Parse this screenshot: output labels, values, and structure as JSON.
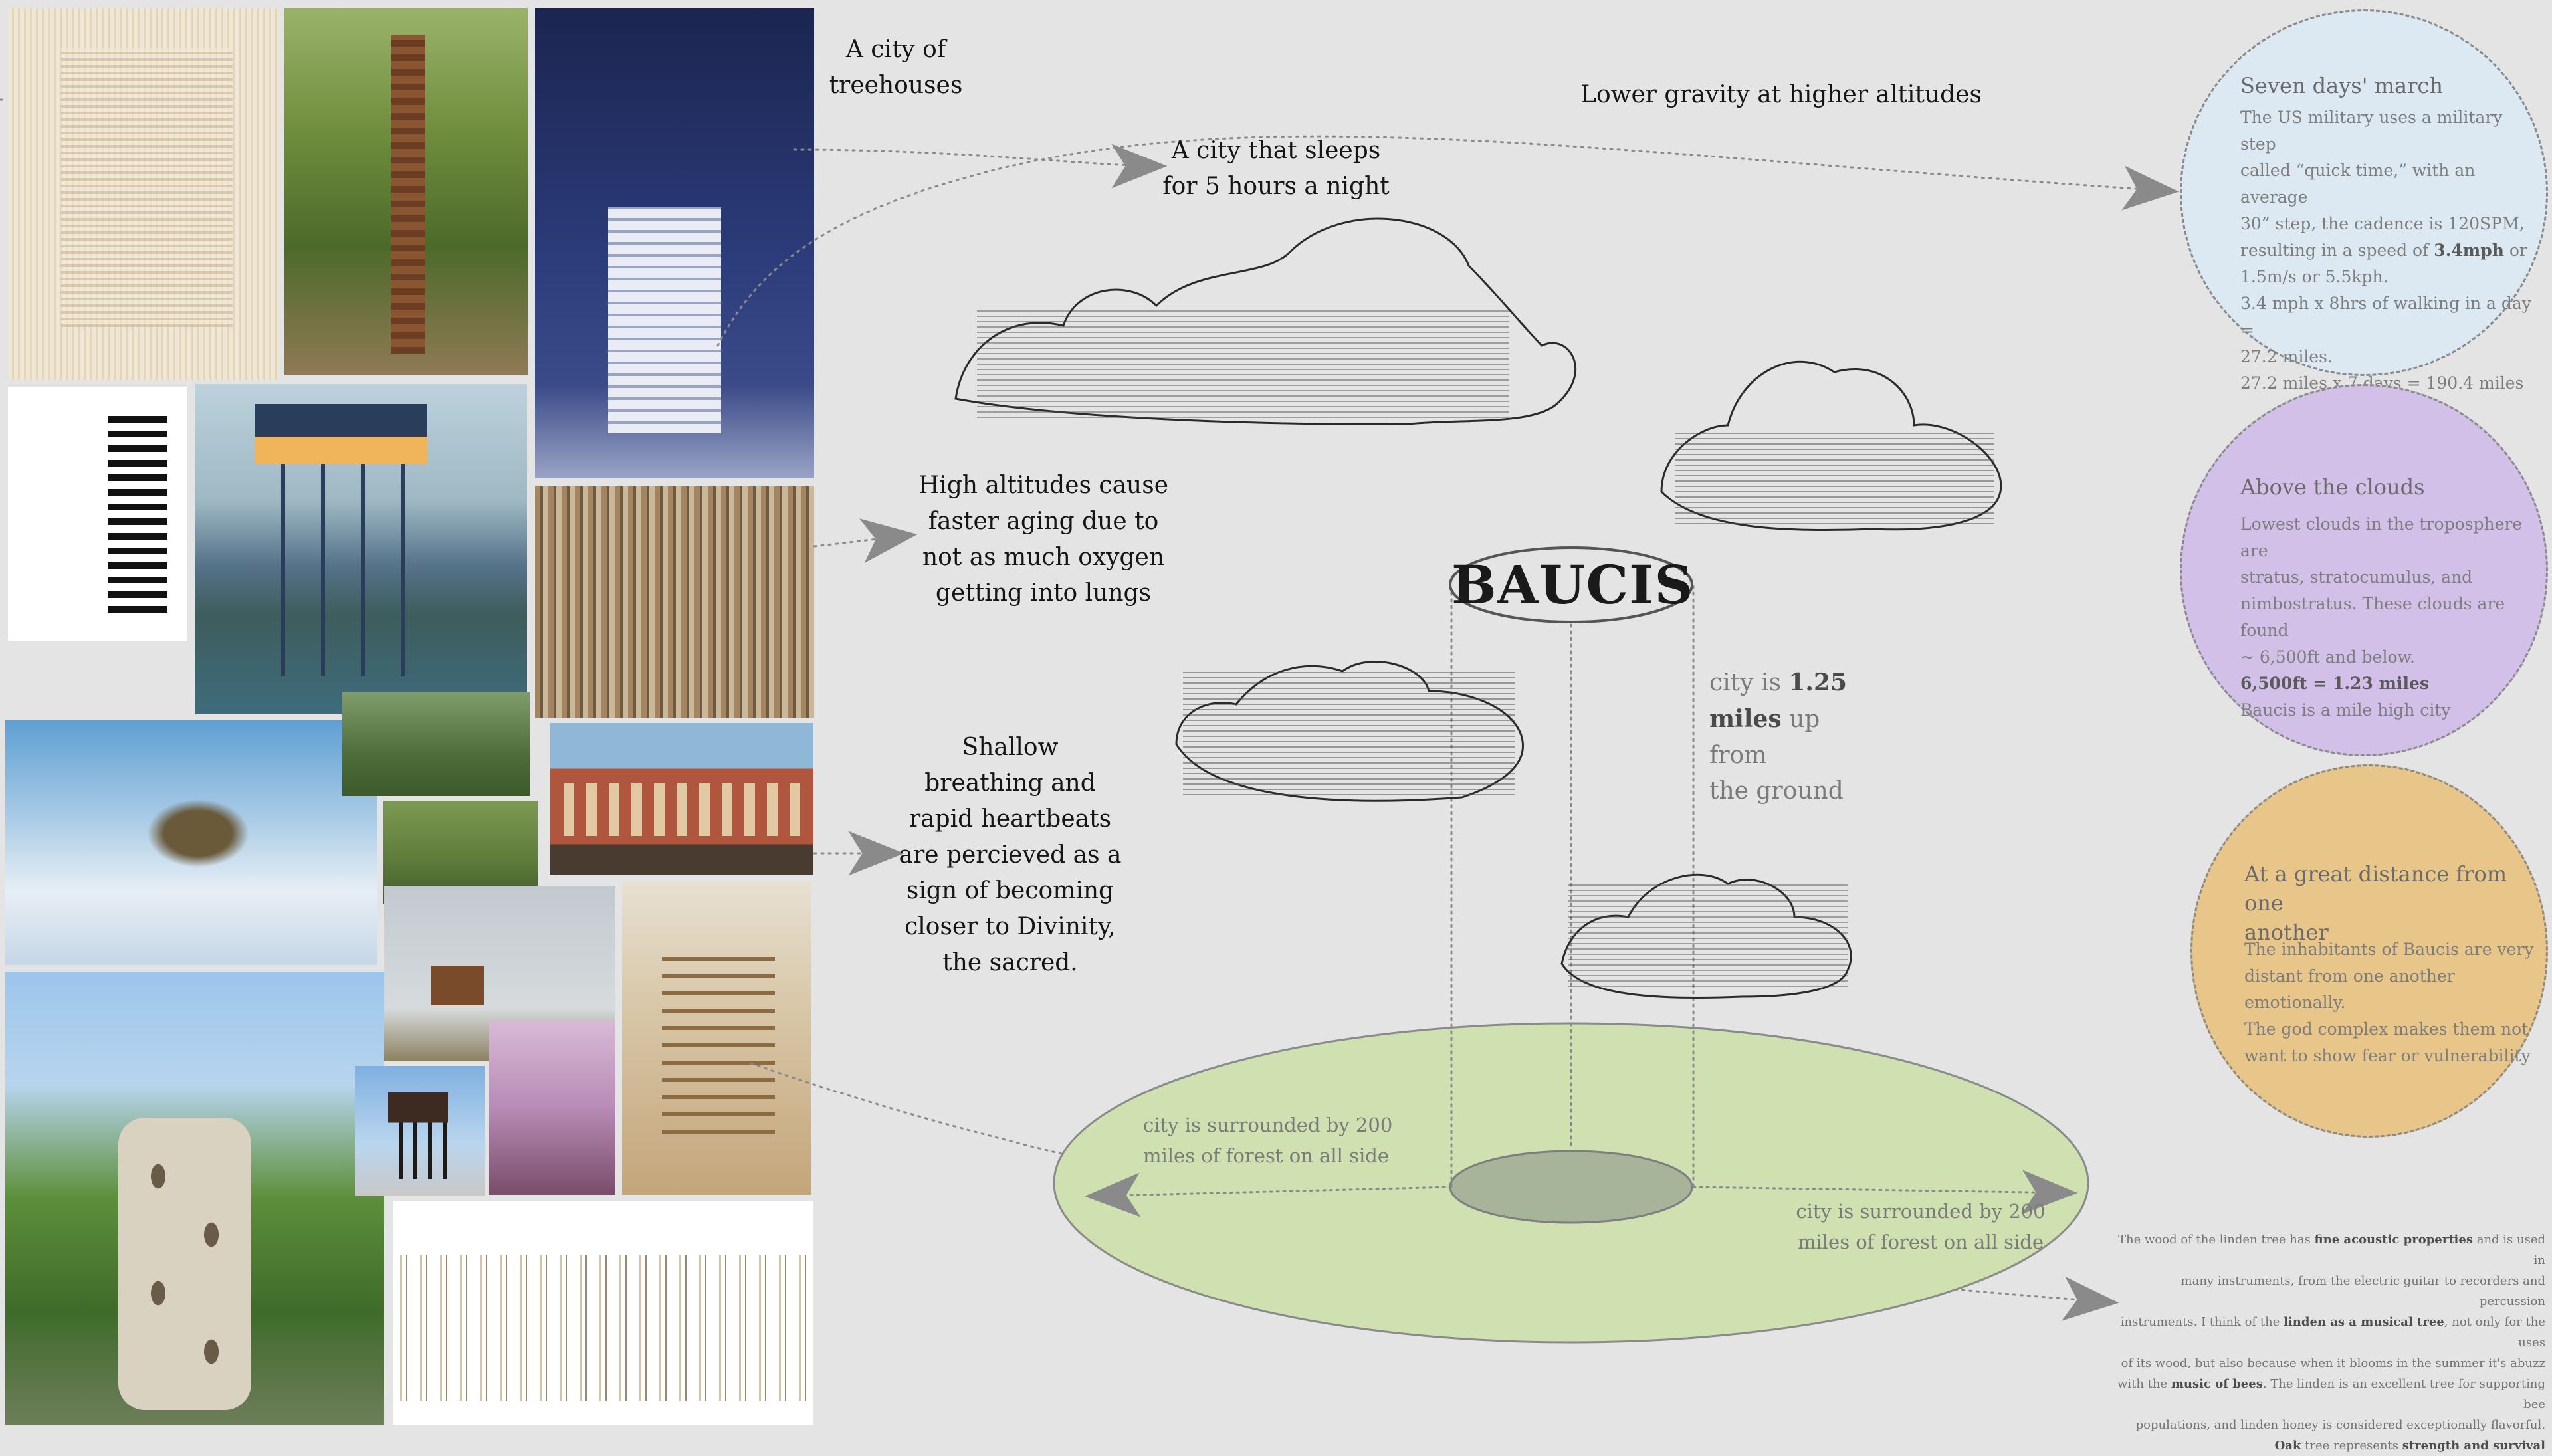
{
  "collage": {
    "images": [
      "treehouse-model-image",
      "lookout-tower-image",
      "vertical-city-model-image",
      "line-drawing-image",
      "lakeside-tower-render-image",
      "stacked-cubes-model-image",
      "floating-city-painting-image",
      "forest-pod-image",
      "ruined-building-image",
      "treehouse-photo-image",
      "sea-forts-image",
      "wooden-tower-model-image",
      "stilt-house-image",
      "pink-tree-towers-image",
      "woven-tree-trunk-image",
      "model-sequence-image"
    ]
  },
  "annotations": {
    "treehouses": [
      "A city of",
      "treehouses"
    ],
    "sleeps": [
      "A city that sleeps",
      "for 5 hours a night"
    ],
    "gravity": "Lower gravity at higher altitudes",
    "altitude": [
      "High altitudes cause",
      "faster aging due to",
      "not as much oxygen",
      "getting into lungs"
    ],
    "shallow": [
      "Shallow",
      "breathing and",
      "rapid heartbeats",
      "are percieved as a",
      "sign of becoming",
      "closer to Divinity,",
      "the sacred."
    ]
  },
  "diagram": {
    "title": "BAUCIS",
    "height_lines": [
      "city is ",
      "1.25",
      "miles",
      " up from",
      "the ground"
    ],
    "forest_left": [
      "city is surrounded by 200",
      "miles of forest on all side"
    ],
    "forest_right": [
      "city is surrounded by 200",
      "miles of forest on all side"
    ]
  },
  "circles": {
    "march": {
      "title": "Seven days' march",
      "lines": [
        "The US military uses a military step",
        "called “quick time,” with an average",
        "30” step, the cadence is 120SPM,",
        "resulting in a speed of ",
        "3.4mph",
        " or",
        "1.5m/s or 5.5kph.",
        "3.4 mph x 8hrs of walking in a day =",
        "27.2 miles.",
        "27.2 miles x 7 days = ",
        "190.4 miles"
      ],
      "color": "#dde9f2"
    },
    "clouds": {
      "title": "Above the clouds",
      "lines": [
        "Lowest clouds in the troposphere are",
        "stratus, stratocumulus, and",
        "nimbostratus. These clouds are found",
        "~ 6,500ft and below.",
        "6,500ft = 1.23 miles",
        "Baucis is a mile high city"
      ],
      "color": "#d2c0e8"
    },
    "distance": {
      "title": [
        "At a great distance from one",
        "another"
      ],
      "lines": [
        "The inhabitants of Baucis are very",
        "distant from one another emotionally.",
        "The god complex makes them not",
        "want to show fear or vulnerability"
      ],
      "color": "#e8c68a"
    }
  },
  "linden_note": {
    "lines": [
      [
        "The wood of the linden tree has ",
        "fine acoustic properties",
        " and is used in"
      ],
      [
        "many instruments, from the electric guitar to recorders and percussion"
      ],
      [
        "instruments. I think of the ",
        "linden as a musical tree",
        ", not only for the uses"
      ],
      [
        "of its wood, but also because when it blooms in the summer it's abuzz"
      ],
      [
        "with the ",
        "music of bees",
        ". The linden is an excellent tree for supporting bee"
      ],
      [
        "populations, and linden honey is considered exceptionally flavorful."
      ],
      [
        "Oak",
        " tree represents ",
        "strength and survival"
      ]
    ]
  },
  "colors": {
    "background": "#e4e4e4",
    "forest": "#cfe1b0",
    "city": "#a8b49a"
  }
}
